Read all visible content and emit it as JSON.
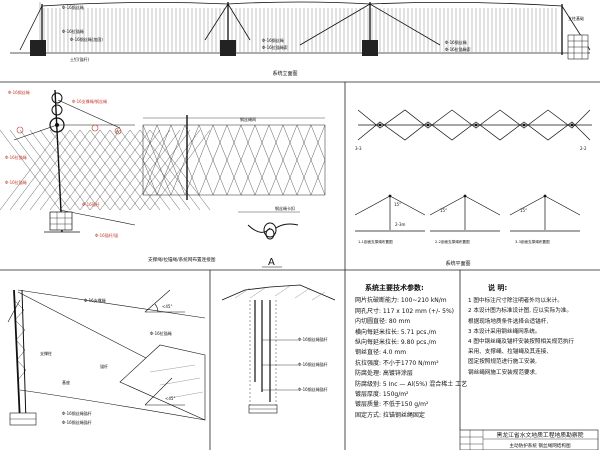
{
  "top_panel": {
    "caption": "系统立面图",
    "labels": {
      "left_1": "Φ-16钢丝绳",
      "left_2": "Φ-16拉锚绳",
      "left_3": "Φ-16钢丝绳(加固)",
      "left_4": "土钉(锚杆)",
      "mid_1": "Φ-16钢丝绳",
      "mid_2": "Φ-16拉锚绳索",
      "right_1": "Φ-16钢丝绳",
      "right_2": "Φ-16拉锚绳索",
      "right_box": "立柱基础"
    }
  },
  "detail_panel": {
    "caption": "支撑绳/拉锚绳/系统网布置连接图",
    "callout_mark": "A",
    "callout_mark_small": "A",
    "labels": {
      "l1": "Φ-16钢丝绳",
      "l2": "Φ-16支撑绳/钢丝绳",
      "l3": "Φ-16拉锚绳",
      "l4": "Φ-16拉锚绳",
      "l5": "Φ-16锚杆",
      "l6": "Φ-16锚杆/锚",
      "net_top": "钢丝绳网",
      "hook": "钢丝绳卡扣"
    }
  },
  "plan_panel": {
    "caption": "系统平面图",
    "left_mark": "3-3",
    "right_mark": "2-2",
    "sub_1": "1-1剖面支撑绳布置图",
    "sub_2": "2-2剖面支撑绳布置图",
    "sub_3": "3-3剖面支撑绳布置图",
    "angle": "15°",
    "dim": "2-3m"
  },
  "section_panel": {
    "labels": {
      "l1": "Φ-16支撑绳",
      "l2": "Φ-16拉锚绳",
      "l3": "支撑柱",
      "l4": "锚杆",
      "l5": "基座",
      "l6": "Φ-16钢丝绳锚杆",
      "l7": "Φ-16钢丝绳锚杆"
    },
    "angle_1": "<45°",
    "angle_2": "<45°"
  },
  "anchor_panel": {
    "labels": {
      "l1": "Φ-16钢丝绳锚杆",
      "l2": "Φ-16钢丝绳锚杆",
      "l3": "Φ-16钢丝绳锚杆"
    }
  },
  "params": {
    "title": "系统主要技术参数:",
    "rows": [
      "网片抗破断能力: 100~210 kN/m",
      "网孔尺寸: 117 x 102 mm (+/- 5%)",
      "内切圆直径: 80 mm",
      "横向每延米拉长: 5.71 pcs./m",
      "纵向每延米拉长: 9.80 pcs./m",
      "钢丝直径: 4.0 mm",
      "抗拉强度: 不小于1770 N/mm²",
      "防腐处理: 高镀锌涂层",
      "防腐级别: 5 Inc — Al(5%) 混合稀土 工艺",
      "镀层厚度: 150g/m²",
      "镀层质量: 不低于150 g/m²",
      "固定方式: 拉锚钢丝绳固定"
    ]
  },
  "notes": {
    "title": "说    明:",
    "rows": [
      "1 图中标注尺寸除注明者外均以米计。",
      "2 本设计图为标准设计图, 应以实际为准。",
      "  根据现场地质条件选择合适锚杆,",
      "3 本设计采用钢丝绳网系统。",
      "4 图中钢丝绳及锚杆安装按照相关规范执行",
      "  采用、支撑绳、拉锚绳及其连接、",
      "  固定按照规范进行施工安装,",
      "  钢丝绳网施工安装规范要求,"
    ]
  },
  "title_block": {
    "company": "黑龙江省水文地质工程地质勘察院",
    "drawing": "主动防护系统 钢丝绳网结构图"
  }
}
